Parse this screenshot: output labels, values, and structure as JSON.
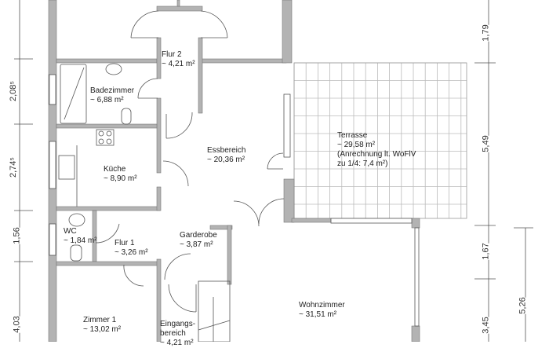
{
  "rooms": {
    "flur2": {
      "name": "Flur 2",
      "area": "~ 4,21 m²"
    },
    "bad": {
      "name": "Badezimmer",
      "area": "~ 6,88 m²"
    },
    "kueche": {
      "name": "Küche",
      "area": "~ 8,90 m²"
    },
    "ess": {
      "name": "Essbereich",
      "area": "~ 20,36 m²"
    },
    "terrasse": {
      "name": "Terrasse",
      "area": "~ 29,58 m²",
      "note1": "(Anrechnung lt. WoFlV",
      "note2": "zu 1/4: 7,4 m²)"
    },
    "wc": {
      "name": "WC",
      "area": "~ 1,84 m²"
    },
    "flur1": {
      "name": "Flur 1",
      "area": "~ 3,26 m²"
    },
    "garderobe": {
      "name": "Garderobe",
      "area": "~ 3,87 m²"
    },
    "zimmer1": {
      "name": "Zimmer 1",
      "area": "~ 13,02 m²"
    },
    "eingang": {
      "name1": "Eingangs-",
      "name2": "bereich",
      "area": "~ 4,21 m²"
    },
    "wohn": {
      "name": "Wohnzimmer",
      "area": "~ 31,51 m²"
    }
  },
  "dimensions": {
    "left": [
      "2,08⁵",
      "2,74⁵",
      "1,56",
      "4,03"
    ],
    "right": [
      "1,79",
      "5,49",
      "1,67",
      "3,45"
    ],
    "far_right": [
      "5,26"
    ]
  }
}
